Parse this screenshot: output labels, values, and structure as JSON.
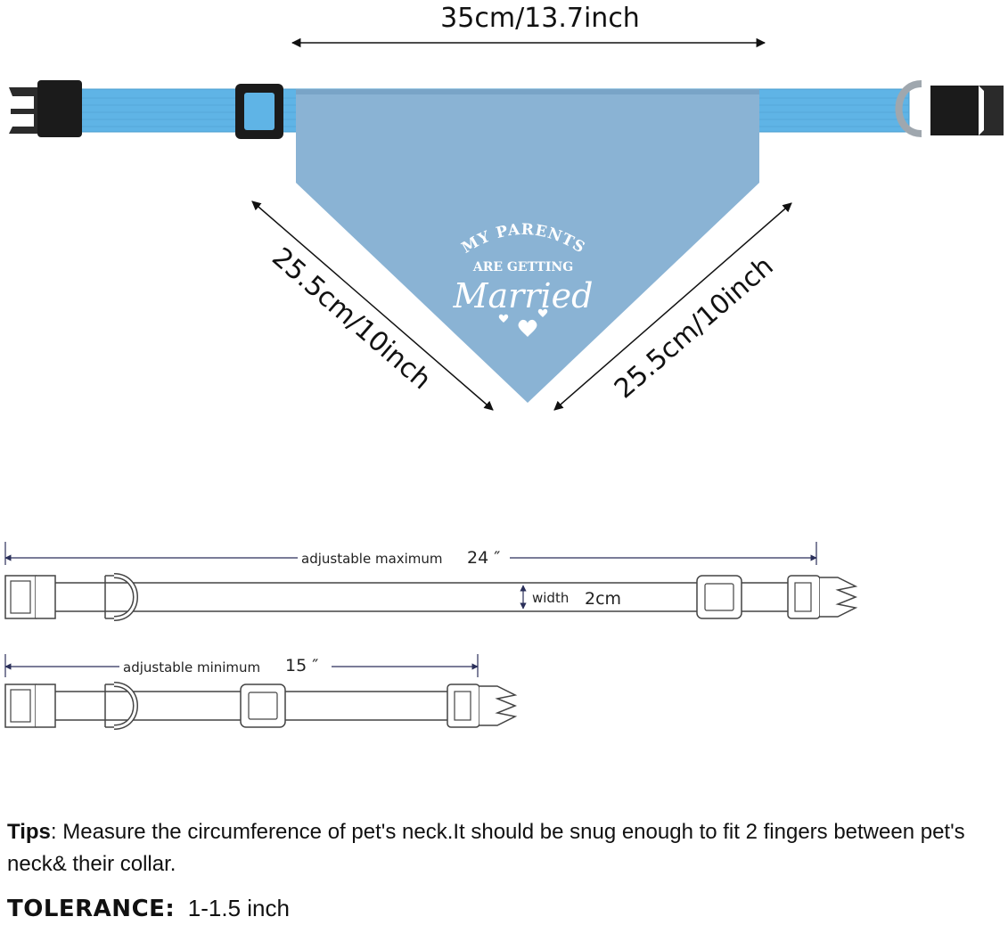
{
  "bandana": {
    "top_width_label": "35cm/13.7inch",
    "left_side_label": "25.5cm/10inch",
    "right_side_label": "25.5cm/10inch",
    "print_line1": "MY PARENTS",
    "print_line2": "ARE GETTING",
    "print_line3": "Married",
    "colors": {
      "collar": "#5fb4e6",
      "bandana": "#8ab3d4",
      "buckle": "#1b1b1b",
      "print": "#ffffff"
    }
  },
  "collar_diagram": {
    "max_label": "adjustable maximum",
    "max_value": "24 ″",
    "width_label": "width",
    "width_value": "2cm",
    "min_label": "adjustable minimum",
    "min_value": "15 ″"
  },
  "tips": {
    "label": "Tips",
    "text": ": Measure the circumference of pet's neck.It should be snug enough to fit 2 fingers between pet's neck& their collar.",
    "tolerance_label": "TOLERANCE:",
    "tolerance_value": "1-1.5 inch"
  }
}
